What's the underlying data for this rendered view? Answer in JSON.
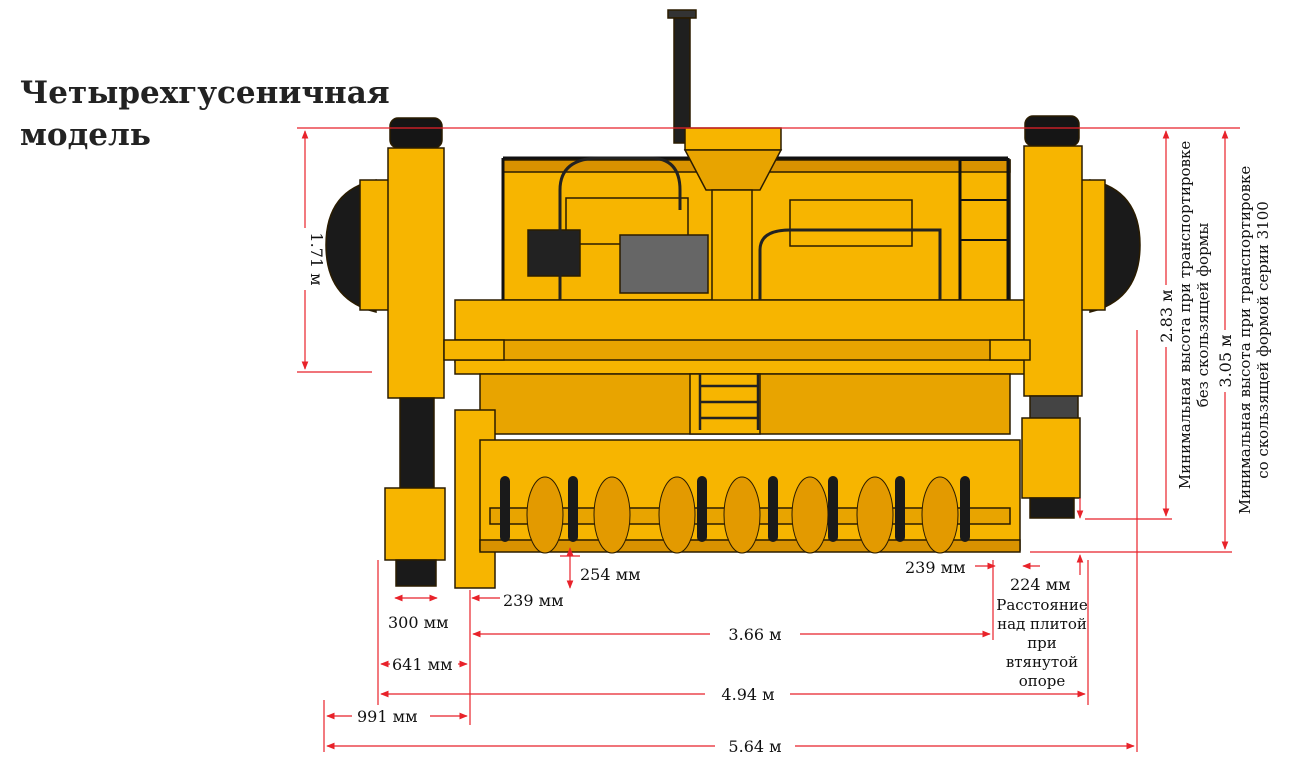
{
  "title": {
    "line1": "Четырехгусеничная",
    "line2": "модель"
  },
  "colors": {
    "machine_yellow": "#F7B500",
    "machine_yellow_dark": "#D99200",
    "outline": "#2a1c00",
    "track": "#151515",
    "dimension_line": "#E8222A",
    "label": "#111111"
  },
  "dimensions": {
    "h_1_71": "1.71 м",
    "h_2_83": "2.83 м",
    "h_3_05": "3.05 м",
    "d_254": "254 мм",
    "d_239_left": "239 мм",
    "d_239_right": "239 мм",
    "d_300": "300 мм",
    "d_224": "224 мм",
    "d_3_66": "3.66 м",
    "d_641": "641 мм",
    "d_4_94": "4.94 м",
    "d_991": "991 мм",
    "d_5_64": "5.64 м"
  },
  "notes": {
    "min_height_no_form_line1": "Минимальная высота при транспортировке",
    "min_height_no_form_line2": "без скользящей формы",
    "min_height_with_form_line1": "Минимальная высота при транспортировке",
    "min_height_with_form_line2": "со скользящей формой серии 3100",
    "clearance_lines": [
      "Расстояние",
      "над плитой",
      "при",
      "втянутой",
      "опоре"
    ]
  }
}
